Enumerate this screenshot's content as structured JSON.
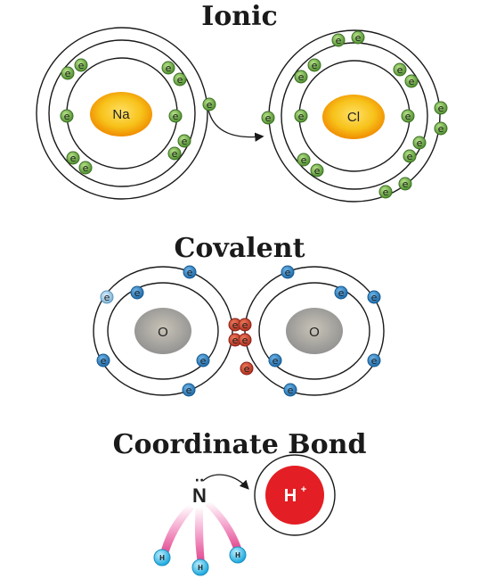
{
  "sections": {
    "ionic": {
      "title": "Ionic",
      "atom_left_label": "Na",
      "atom_right_label": "Cl"
    },
    "covalent": {
      "title": "Covalent",
      "atom_left_label": "O",
      "atom_right_label": "O"
    },
    "coordinate": {
      "title": "Coordinate Bond",
      "donor_label": "N",
      "lone_pair": "··",
      "acceptor_label": "H",
      "acceptor_charge": "+",
      "hydrogen_label": "H"
    }
  },
  "electron_label": "e",
  "colors": {
    "ionic_electron": "#6aa84f",
    "covalent_electron": "#2b7bbf",
    "covalent_light_electron": "#8fc1e3",
    "shared_electron": "#c0392b",
    "nucleus_gold": "#f5b800",
    "nucleus_gray": "#9a9a9a",
    "acceptor_red": "#e02424",
    "bond_pink": "#e8559a",
    "hydrogen_cyan": "#29b6e8"
  }
}
